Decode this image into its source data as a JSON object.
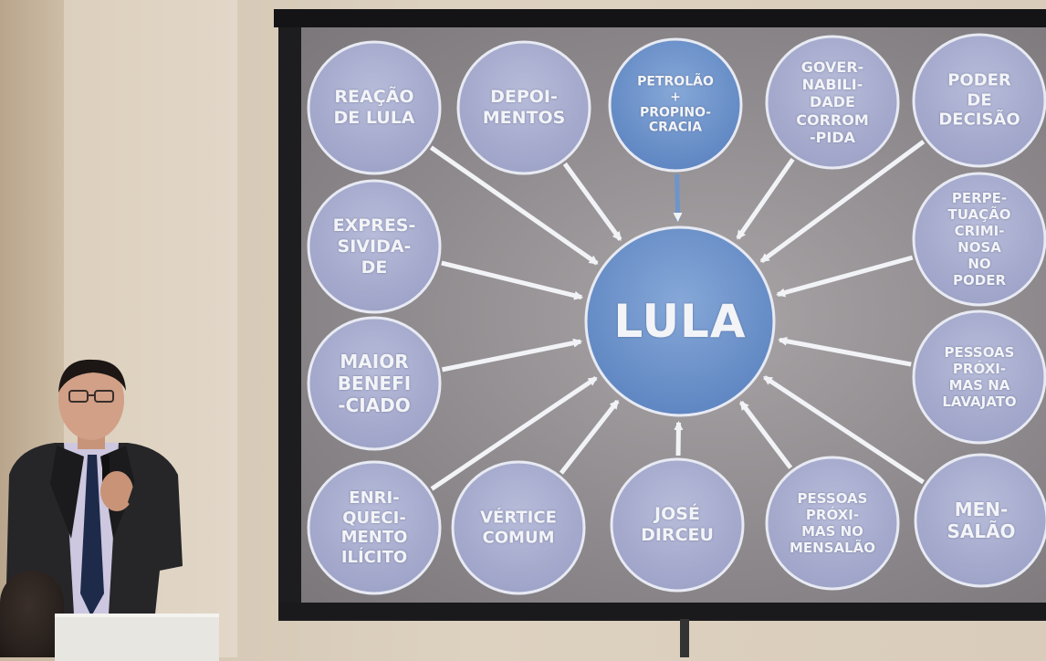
{
  "diagram": {
    "center": "LULA",
    "nodes": [
      {
        "label": "REAÇÃO\nDE LULA"
      },
      {
        "label": "DEPOI-\nMENTOS"
      },
      {
        "label": "PETROLÃO\n+\nPROPINO-\nCRACIA"
      },
      {
        "label": "GOVER-\nNABILI-\nDADE\nCORROM\n-PIDA"
      },
      {
        "label": "PODER\nDE\nDECISÃO"
      },
      {
        "label": "EXPRES-\nSIVIDA-\nDE"
      },
      {
        "label": "PERPE-\nTUAÇÃO\nCRIMI-\nNOSA NO\nPODER"
      },
      {
        "label": "MAIOR\nBENEFI\n-CIADO"
      },
      {
        "label": "PESSOAS\nPRÓXI-\nMAS NA\nLAVAJATO"
      },
      {
        "label": "ENRI-\nQUECI-\nMENTO\nILÍCITO"
      },
      {
        "label": "VÉRTICE\nCOMUM"
      },
      {
        "label": "JOSÉ\nDIRCEU"
      },
      {
        "label": "PESSOAS\nPRÓXI-\nMAS NO\nMENSALÃO"
      },
      {
        "label": "MEN-\nSALÃO"
      }
    ]
  },
  "colors": {
    "node_fill": "#a9aed0",
    "node_stroke": "#e8eaf3",
    "highlight_fill": "#6e94cc",
    "arrow": "#f2f3f7"
  }
}
